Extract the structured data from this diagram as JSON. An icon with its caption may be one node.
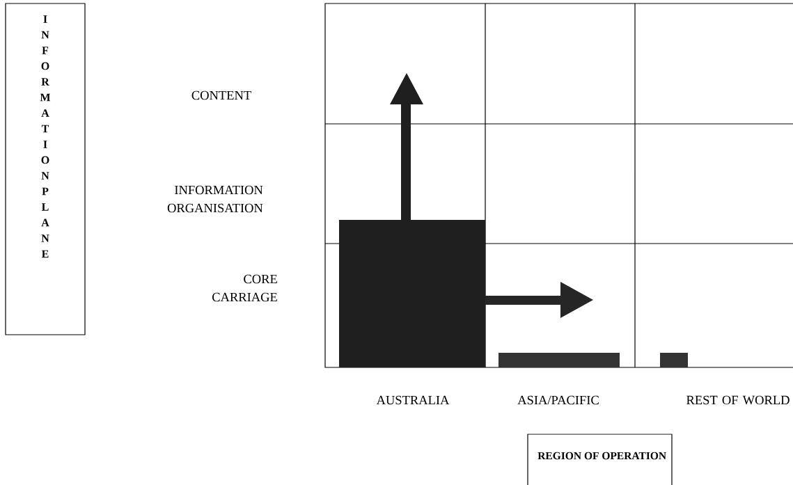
{
  "diagram": {
    "nodes": [
      {
        "text": [
          "INFORMATION PLANE"
        ]
      },
      {
        "text": [
          "REGION OF OPERATION"
        ]
      }
    ],
    "labels": [
      "CONTENT",
      "INFORMATION ORGANISATION",
      "CORE CARRIAGE",
      "AUSTRALIA",
      "ASIA/PACIFIC",
      "REST OF WORLD"
    ]
  }
}
